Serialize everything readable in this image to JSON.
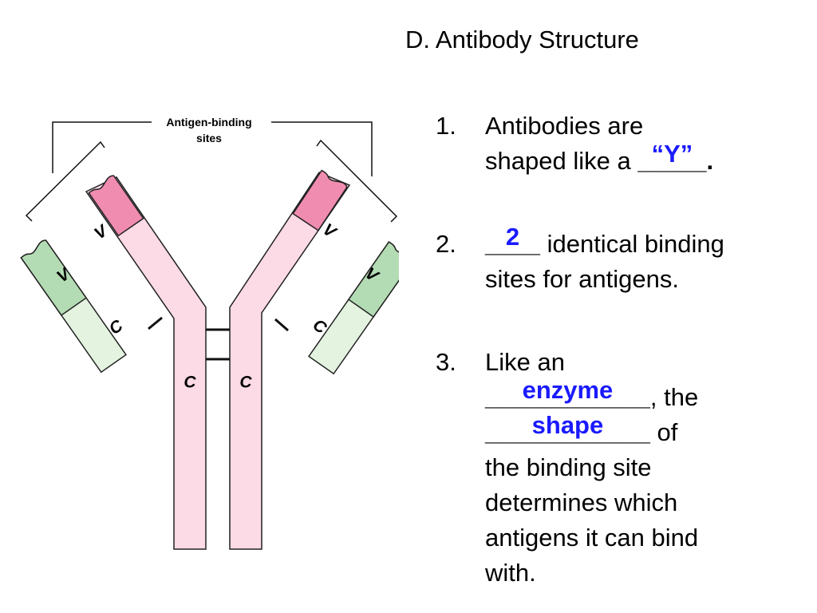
{
  "slide": {
    "title": "D. Antibody Structure"
  },
  "diagram": {
    "callout_label_line1": "Antigen-binding",
    "callout_label_line2": "sites",
    "left_light_chain_variable": "V",
    "left_light_chain_constant": "C",
    "left_heavy_chain_variable": "V",
    "left_heavy_chain_constant": "C",
    "right_heavy_chain_variable": "V",
    "right_heavy_chain_constant": "C",
    "right_light_chain_variable": "V",
    "right_light_chain_constant": "C",
    "colors": {
      "heavy_chain": "#fcdae6",
      "heavy_variable": "#f08cb0",
      "light_chain": "#e3f3e0",
      "light_variable": "#b4dcb4",
      "answer_text": "#1a1aff"
    }
  },
  "items": [
    {
      "number": "1.",
      "line1": "Antibodies are",
      "line2_before": "shaped like a ",
      "blank": "_____",
      "answer": "“Y”",
      "line2_after": "."
    },
    {
      "number": "2.",
      "blank": "____",
      "answer": "2",
      "line1_after": " identical binding",
      "line2": "sites for antigens."
    },
    {
      "number": "3.",
      "line1": "Like an",
      "blank1": "____________",
      "answer1": "enzyme",
      "after1": ", the",
      "blank2": "____________",
      "answer2": "shape",
      "after2": " of",
      "line4": "the binding site",
      "line5": "determines which",
      "line6": "antigens it can bind",
      "line7": "with."
    }
  ]
}
